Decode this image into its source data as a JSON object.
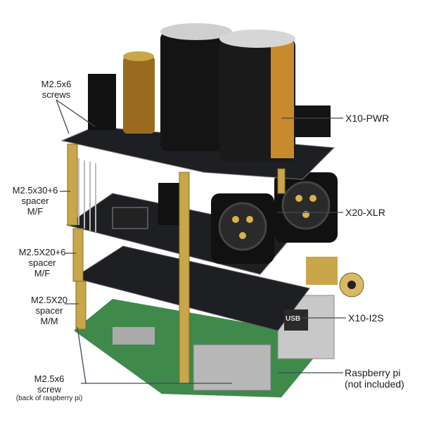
{
  "callouts_left": {
    "screws_top": {
      "line1": "M2.5x6",
      "line2": "screws"
    },
    "spacer_30": {
      "line1": "M2.5x30+6",
      "line2": "spacer",
      "line3": "M/F"
    },
    "spacer_20_6": {
      "line1": "M2.5X20+6",
      "line2": "spacer",
      "line3": "M/F"
    },
    "spacer_20": {
      "line1": "M2.5X20",
      "line2": "spacer",
      "line3": "M/M"
    },
    "screw_bottom": {
      "line1": "M2.5x6",
      "line2": "screw",
      "line3": "(back of raspberry pi)"
    }
  },
  "callouts_right": {
    "pwr": "X10-PWR",
    "xlr": "X20-XLR",
    "i2s": "X10-I2S",
    "pi": {
      "line1": "Raspberry pi",
      "line2": "(not included)"
    }
  },
  "board_markings": {
    "usb": "USB"
  },
  "colors": {
    "board": "#1e1f22",
    "brass": "#c9a64a",
    "pcb_green": "#3f8a4a",
    "capacitor": "#141414",
    "capacitor_gold": "#c98a2e"
  }
}
